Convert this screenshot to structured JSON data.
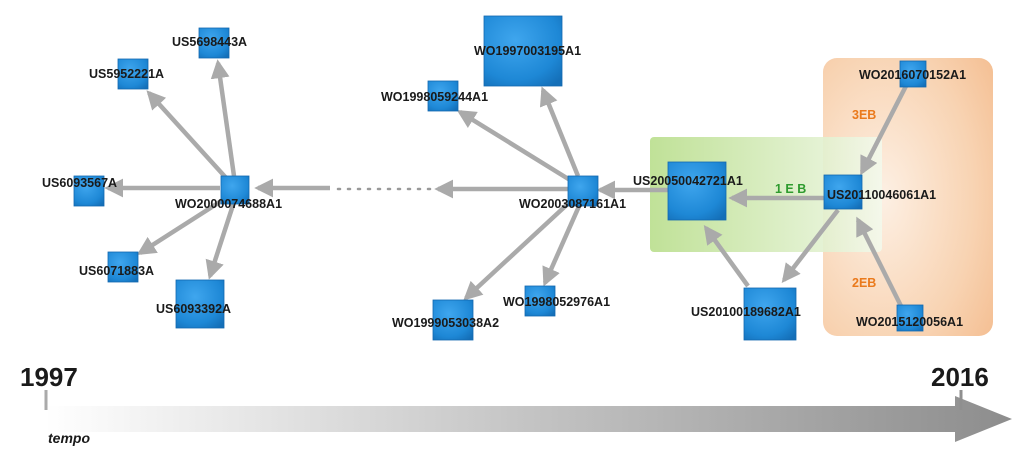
{
  "colors": {
    "node": "#1e88d6",
    "node_dark": "#0f5fa8",
    "edge": "#aaaaaa",
    "green_zone": "#c9e6a6",
    "orange_zone": "#f6c9a3",
    "badge_green": "#2e9b2e",
    "badge_orange": "#ea7a1c"
  },
  "nodes": {
    "us5698443a": "US5698443A",
    "us5952221a": "US5952221A",
    "us6093567a": "US6093567A",
    "wo2000074688a1": "WO2000074688A1",
    "us6071883a": "US6071883A",
    "us6093392a": "US6093392A",
    "wo1997003195a1": "WO1997003195A1",
    "wo1998059244a1": "WO1998059244A1",
    "wo2003087161a1": "WO2003087161A1",
    "wo1998052976a1": "WO1998052976A1",
    "wo1999053038a2": "WO1999053038A2",
    "us20050042721a1": "US20050042721A1",
    "us20110046061a1": "US20110046061A1",
    "us20100189682a1": "US20100189682A1",
    "wo2016070152a1": "WO2016070152A1",
    "wo2015120056a1": "WO2015120056A1"
  },
  "badges": {
    "eb1": "1 E B",
    "eb3": "3EB",
    "eb2": "2EB"
  },
  "timeline": {
    "start_year": "1997",
    "end_year": "2016",
    "axis_label": "tempo"
  }
}
